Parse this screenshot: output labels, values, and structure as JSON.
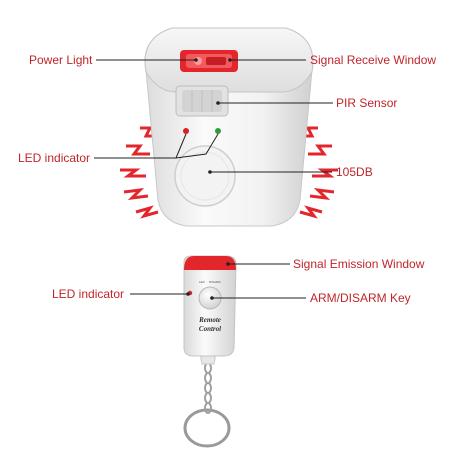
{
  "labels": {
    "power_light": "Power Light",
    "signal_receive_window": "Signal Receive Window",
    "pir_sensor": "PIR Sensor",
    "led_indicator_sensor": "LED indicator",
    "decibel": "105DB",
    "signal_emission_window": "Signal Emission Window",
    "led_indicator_remote": "LED indicator",
    "arm_disarm_key": "ARM/DISARM Key"
  },
  "remote_text": {
    "line1": "Remote",
    "line2": "Control",
    "small_left": "LED",
    "small_right": "DISARM"
  },
  "colors": {
    "label_text": "#c0252a",
    "accent_red": "#e3262c",
    "leader_line": "#222222",
    "device_white": "#f4f4f4"
  }
}
